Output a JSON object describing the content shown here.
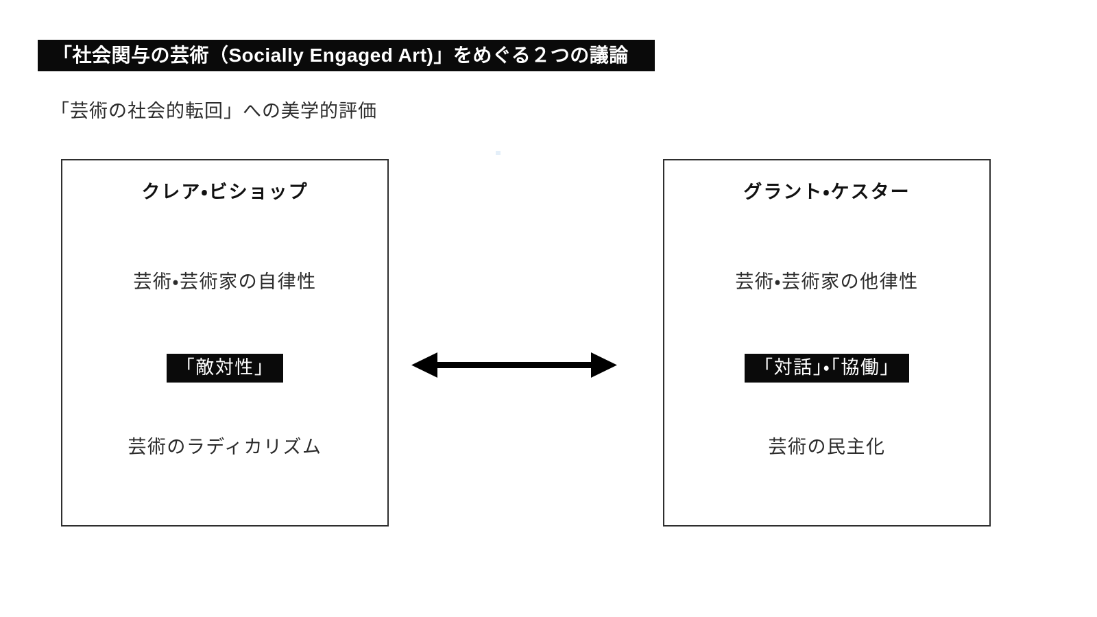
{
  "slide": {
    "background_color": "#ffffff",
    "title": {
      "text": "「社会関与の芸術（Socially Engaged Art)」をめぐる２つの議論",
      "background_color": "#0a0a0a",
      "text_color": "#ffffff"
    },
    "subtitle": {
      "text": "「芸術の社会的転回」への美学的評価"
    },
    "connector": {
      "icon": "double-headed-arrow-icon",
      "color": "#000000"
    },
    "panels": [
      {
        "id": "bishop",
        "heading": "クレア・ビショップ",
        "line_1": "芸術・芸術家の自律性",
        "highlight": "「敵対性」",
        "highlight_background": "#0a0a0a",
        "highlight_color": "#ffffff",
        "line_2": "芸術のラディカリズム",
        "border_color": "#2e2e2e"
      },
      {
        "id": "kester",
        "heading": "グラント・ケスター",
        "line_1": "芸術・芸術家の他律性",
        "highlight": "「対話」・「協働」",
        "highlight_background": "#0a0a0a",
        "highlight_color": "#ffffff",
        "line_2": "芸術の民主化",
        "border_color": "#2e2e2e"
      }
    ]
  }
}
